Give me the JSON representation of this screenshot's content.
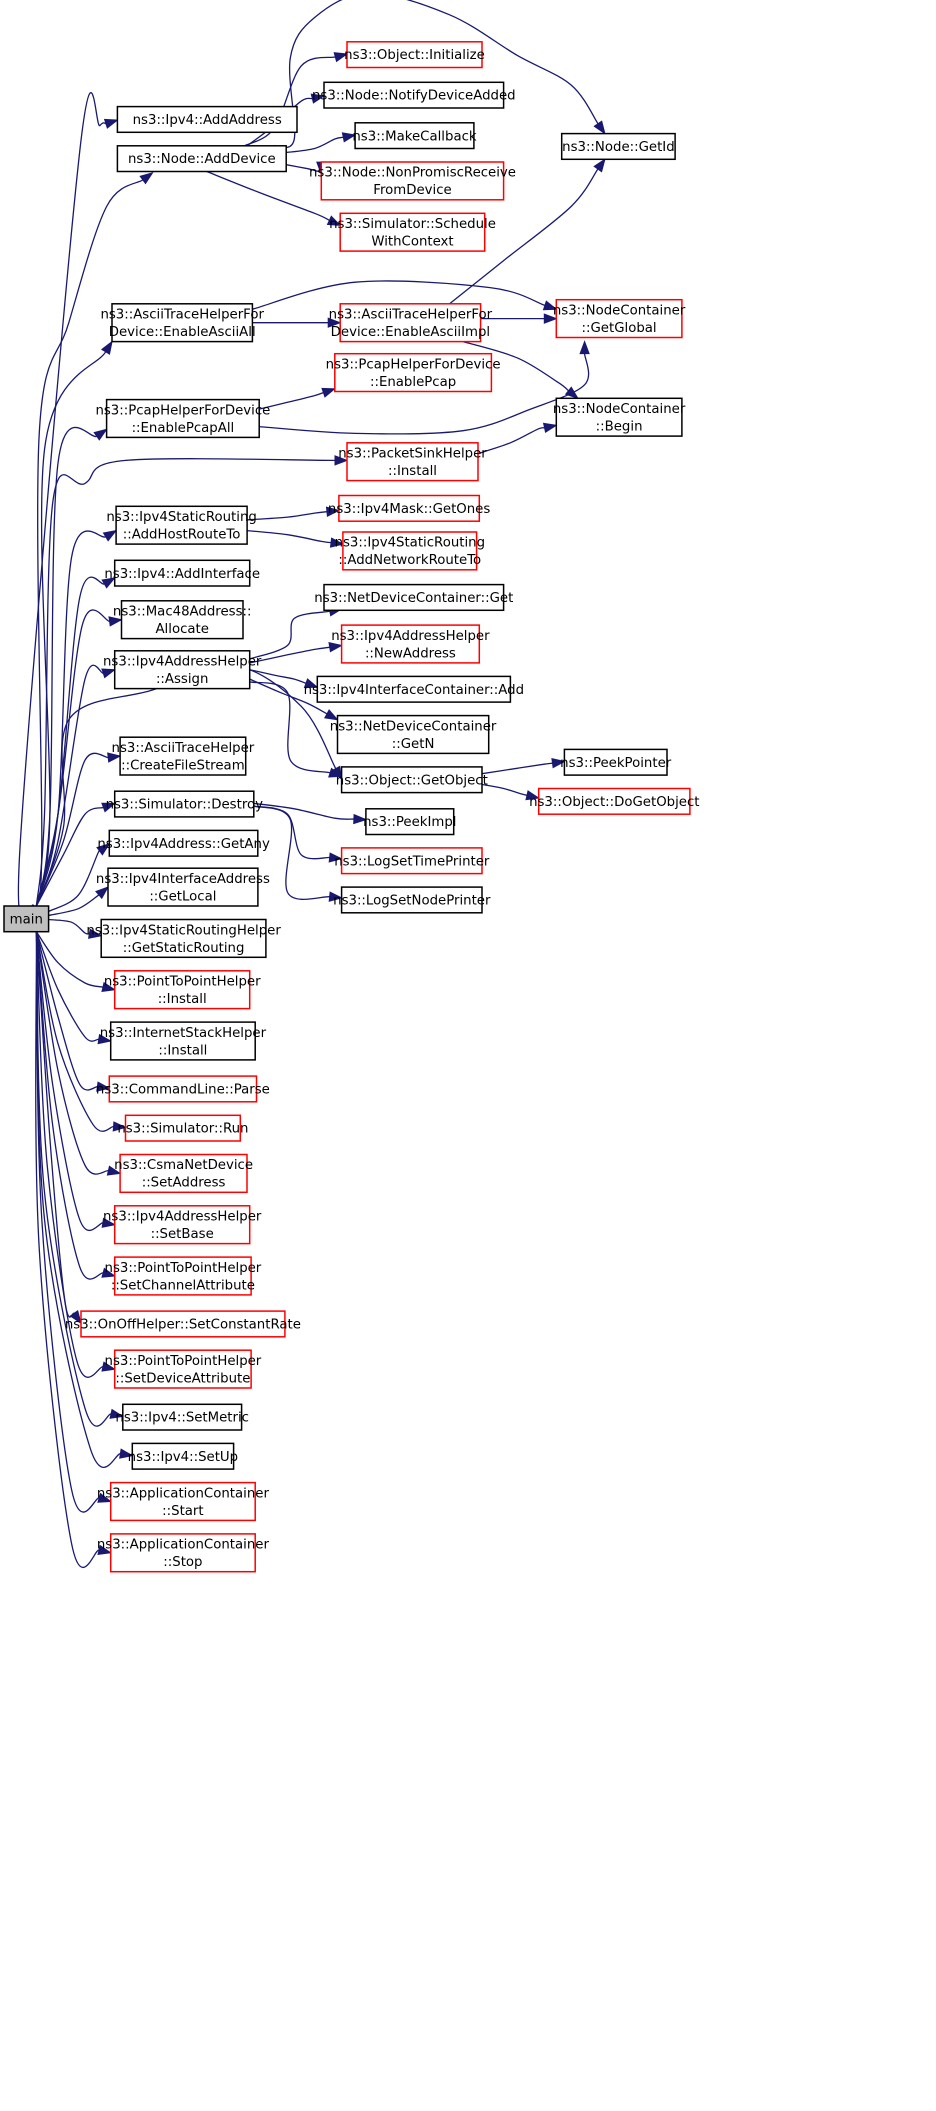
{
  "colors": {
    "edge": "#191970",
    "documented_border": "#000000",
    "undocumented_border": "#ff0000",
    "root_fill": "#bfbfbf",
    "background": "#ffffff"
  },
  "nodes": {
    "main": {
      "lines": [
        "main"
      ],
      "style": "root"
    },
    "ipv4_addaddress": {
      "lines": [
        "ns3::Ipv4::AddAddress"
      ],
      "style": "documented"
    },
    "node_adddevice": {
      "lines": [
        "ns3::Node::AddDevice"
      ],
      "style": "documented"
    },
    "object_initialize": {
      "lines": [
        "ns3::Object::Initialize"
      ],
      "style": "undocumented"
    },
    "node_notifydeviceadded": {
      "lines": [
        "ns3::Node::NotifyDeviceAdded"
      ],
      "style": "documented"
    },
    "makecallback": {
      "lines": [
        "ns3::MakeCallback"
      ],
      "style": "documented"
    },
    "node_getid": {
      "lines": [
        "ns3::Node::GetId"
      ],
      "style": "documented"
    },
    "node_nonpromisc": {
      "lines": [
        "ns3::Node::NonPromiscReceive",
        "FromDevice"
      ],
      "style": "undocumented"
    },
    "sim_schedulewithcontext": {
      "lines": [
        "ns3::Simulator::Schedule",
        "WithContext"
      ],
      "style": "undocumented"
    },
    "ascii_enableasciiall": {
      "lines": [
        "ns3::AsciiTraceHelperFor",
        "Device::EnableAsciiAll"
      ],
      "style": "documented"
    },
    "ascii_enableasciiimpl": {
      "lines": [
        "ns3::AsciiTraceHelperFor",
        "Device::EnableAsciiImpl"
      ],
      "style": "undocumented"
    },
    "nc_getglobal": {
      "lines": [
        "ns3::NodeContainer",
        "::GetGlobal"
      ],
      "style": "undocumented"
    },
    "pcap_enablepcap": {
      "lines": [
        "ns3::PcapHelperForDevice",
        "::EnablePcap"
      ],
      "style": "undocumented"
    },
    "pcap_enablepcapall": {
      "lines": [
        "ns3::PcapHelperForDevice",
        "::EnablePcapAll"
      ],
      "style": "documented"
    },
    "nc_begin": {
      "lines": [
        "ns3::NodeContainer",
        "::Begin"
      ],
      "style": "documented"
    },
    "packetsink_install": {
      "lines": [
        "ns3::PacketSinkHelper",
        "::Install"
      ],
      "style": "undocumented"
    },
    "ipv4sr_addhostrouteto": {
      "lines": [
        "ns3::Ipv4StaticRouting",
        "::AddHostRouteTo"
      ],
      "style": "documented"
    },
    "ipv4mask_getones": {
      "lines": [
        "ns3::Ipv4Mask::GetOnes"
      ],
      "style": "undocumented"
    },
    "ipv4sr_addnetworkrouteto": {
      "lines": [
        "ns3::Ipv4StaticRouting",
        "::AddNetworkRouteTo"
      ],
      "style": "undocumented"
    },
    "ipv4_addinterface": {
      "lines": [
        "ns3::Ipv4::AddInterface"
      ],
      "style": "documented"
    },
    "mac48_allocate": {
      "lines": [
        "ns3::Mac48Address::",
        "Allocate"
      ],
      "style": "documented"
    },
    "ndc_get": {
      "lines": [
        "ns3::NetDeviceContainer::Get"
      ],
      "style": "documented"
    },
    "ipv4ah_assign": {
      "lines": [
        "ns3::Ipv4AddressHelper",
        "::Assign"
      ],
      "style": "documented"
    },
    "ipv4ah_newaddress": {
      "lines": [
        "ns3::Ipv4AddressHelper",
        "::NewAddress"
      ],
      "style": "undocumented"
    },
    "ipv4ic_add": {
      "lines": [
        "ns3::Ipv4InterfaceContainer::Add"
      ],
      "style": "documented"
    },
    "ndc_getn": {
      "lines": [
        "ns3::NetDeviceContainer",
        "::GetN"
      ],
      "style": "documented"
    },
    "ascii_createfilestream": {
      "lines": [
        "ns3::AsciiTraceHelper",
        "::CreateFileStream"
      ],
      "style": "documented"
    },
    "object_getobject": {
      "lines": [
        "ns3::Object::GetObject"
      ],
      "style": "documented"
    },
    "peekpointer": {
      "lines": [
        "ns3::PeekPointer"
      ],
      "style": "documented"
    },
    "object_dogetobject": {
      "lines": [
        "ns3::Object::DoGetObject"
      ],
      "style": "undocumented"
    },
    "sim_destroy": {
      "lines": [
        "ns3::Simulator::Destroy"
      ],
      "style": "documented"
    },
    "peekimpl": {
      "lines": [
        "ns3::PeekImpl"
      ],
      "style": "documented"
    },
    "logsettimeprinter": {
      "lines": [
        "ns3::LogSetTimePrinter"
      ],
      "style": "undocumented"
    },
    "ipv4address_getany": {
      "lines": [
        "ns3::Ipv4Address::GetAny"
      ],
      "style": "documented"
    },
    "logsetnodeprinter": {
      "lines": [
        "ns3::LogSetNodePrinter"
      ],
      "style": "documented"
    },
    "ipv4ia_getlocal": {
      "lines": [
        "ns3::Ipv4InterfaceAddress",
        "::GetLocal"
      ],
      "style": "documented"
    },
    "ipv4srh_getstaticrouting": {
      "lines": [
        "ns3::Ipv4StaticRoutingHelper",
        "::GetStaticRouting"
      ],
      "style": "documented"
    },
    "p2p_install": {
      "lines": [
        "ns3::PointToPointHelper",
        "::Install"
      ],
      "style": "undocumented"
    },
    "ish_install": {
      "lines": [
        "ns3::InternetStackHelper",
        "::Install"
      ],
      "style": "documented"
    },
    "cmdline_parse": {
      "lines": [
        "ns3::CommandLine::Parse"
      ],
      "style": "undocumented"
    },
    "sim_run": {
      "lines": [
        "ns3::Simulator::Run"
      ],
      "style": "undocumented"
    },
    "csma_setaddress": {
      "lines": [
        "ns3::CsmaNetDevice",
        "::SetAddress"
      ],
      "style": "undocumented"
    },
    "ipv4ah_setbase": {
      "lines": [
        "ns3::Ipv4AddressHelper",
        "::SetBase"
      ],
      "style": "undocumented"
    },
    "p2p_setchannelattribute": {
      "lines": [
        "ns3::PointToPointHelper",
        "::SetChannelAttribute"
      ],
      "style": "undocumented"
    },
    "onoff_setconstantrate": {
      "lines": [
        "ns3::OnOffHelper::SetConstantRate"
      ],
      "style": "undocumented"
    },
    "p2p_setdeviceattribute": {
      "lines": [
        "ns3::PointToPointHelper",
        "::SetDeviceAttribute"
      ],
      "style": "undocumented"
    },
    "ipv4_setmetric": {
      "lines": [
        "ns3::Ipv4::SetMetric"
      ],
      "style": "documented"
    },
    "ipv4_setup": {
      "lines": [
        "ns3::Ipv4::SetUp"
      ],
      "style": "documented"
    },
    "appc_start": {
      "lines": [
        "ns3::ApplicationContainer",
        "::Start"
      ],
      "style": "undocumented"
    },
    "appc_stop": {
      "lines": [
        "ns3::ApplicationContainer",
        "::Stop"
      ],
      "style": "undocumented"
    }
  },
  "edges": [
    {
      "from": "main",
      "to": "ipv4_addaddress"
    },
    {
      "from": "main",
      "to": "node_adddevice"
    },
    {
      "from": "main",
      "to": "ascii_enableasciiall"
    },
    {
      "from": "main",
      "to": "pcap_enablepcapall"
    },
    {
      "from": "main",
      "to": "packetsink_install"
    },
    {
      "from": "main",
      "to": "ipv4sr_addhostrouteto"
    },
    {
      "from": "main",
      "to": "ipv4_addinterface"
    },
    {
      "from": "main",
      "to": "mac48_allocate"
    },
    {
      "from": "main",
      "to": "ipv4ah_assign"
    },
    {
      "from": "main",
      "to": "object_getobject"
    },
    {
      "from": "main",
      "to": "ascii_createfilestream"
    },
    {
      "from": "main",
      "to": "sim_destroy"
    },
    {
      "from": "main",
      "to": "ipv4address_getany"
    },
    {
      "from": "main",
      "to": "ipv4ia_getlocal"
    },
    {
      "from": "main",
      "to": "ipv4srh_getstaticrouting"
    },
    {
      "from": "main",
      "to": "p2p_install"
    },
    {
      "from": "main",
      "to": "ish_install"
    },
    {
      "from": "main",
      "to": "cmdline_parse"
    },
    {
      "from": "main",
      "to": "sim_run"
    },
    {
      "from": "main",
      "to": "csma_setaddress"
    },
    {
      "from": "main",
      "to": "ipv4ah_setbase"
    },
    {
      "from": "main",
      "to": "p2p_setchannelattribute"
    },
    {
      "from": "main",
      "to": "onoff_setconstantrate"
    },
    {
      "from": "main",
      "to": "p2p_setdeviceattribute"
    },
    {
      "from": "main",
      "to": "ipv4_setmetric"
    },
    {
      "from": "main",
      "to": "ipv4_setup"
    },
    {
      "from": "main",
      "to": "appc_start"
    },
    {
      "from": "main",
      "to": "appc_stop"
    },
    {
      "from": "node_adddevice",
      "to": "object_initialize"
    },
    {
      "from": "node_adddevice",
      "to": "node_notifydeviceadded"
    },
    {
      "from": "node_adddevice",
      "to": "makecallback"
    },
    {
      "from": "node_adddevice",
      "to": "node_getid"
    },
    {
      "from": "node_adddevice",
      "to": "node_nonpromisc"
    },
    {
      "from": "node_adddevice",
      "to": "sim_schedulewithcontext"
    },
    {
      "from": "ascii_enableasciiall",
      "to": "ascii_enableasciiimpl"
    },
    {
      "from": "ascii_enableasciiall",
      "to": "nc_getglobal"
    },
    {
      "from": "ascii_enableasciiimpl",
      "to": "node_getid"
    },
    {
      "from": "ascii_enableasciiimpl",
      "to": "nc_getglobal"
    },
    {
      "from": "ascii_enableasciiimpl",
      "to": "nc_begin"
    },
    {
      "from": "pcap_enablepcapall",
      "to": "pcap_enablepcap"
    },
    {
      "from": "pcap_enablepcapall",
      "to": "nc_getglobal"
    },
    {
      "from": "packetsink_install",
      "to": "nc_begin"
    },
    {
      "from": "ipv4sr_addhostrouteto",
      "to": "ipv4mask_getones"
    },
    {
      "from": "ipv4sr_addhostrouteto",
      "to": "ipv4sr_addnetworkrouteto"
    },
    {
      "from": "ipv4ah_assign",
      "to": "ndc_get"
    },
    {
      "from": "ipv4ah_assign",
      "to": "ipv4ah_newaddress"
    },
    {
      "from": "ipv4ah_assign",
      "to": "ipv4ic_add"
    },
    {
      "from": "ipv4ah_assign",
      "to": "ndc_getn"
    },
    {
      "from": "ipv4ah_assign",
      "to": "object_getobject"
    },
    {
      "from": "object_getobject",
      "to": "peekpointer"
    },
    {
      "from": "object_getobject",
      "to": "object_dogetobject"
    },
    {
      "from": "sim_destroy",
      "to": "peekimpl"
    },
    {
      "from": "sim_destroy",
      "to": "logsettimeprinter"
    },
    {
      "from": "sim_destroy",
      "to": "logsetnodeprinter"
    }
  ]
}
